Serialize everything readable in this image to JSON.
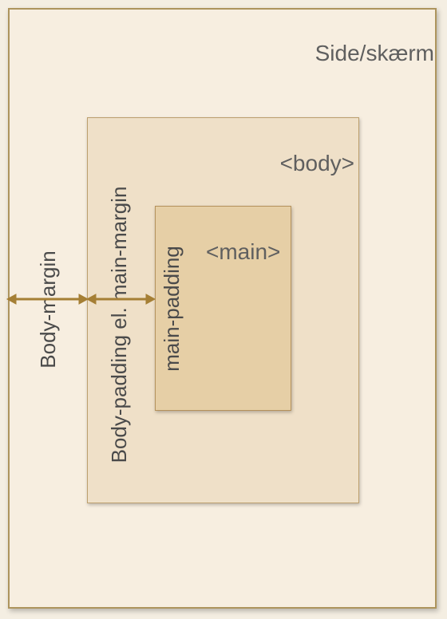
{
  "labels": {
    "screen": "Side/skærm",
    "body": "<body>",
    "main": "<main>",
    "body_margin": "Body-margin",
    "body_padding": "Body-padding el. main-margin",
    "main_padding": "main-padding"
  },
  "colors": {
    "screen_fill": "#f7eee0",
    "screen_border": "#ad945d",
    "body_fill": "#efe0c8",
    "main_fill": "#e6cfa6",
    "arrow": "#a57f35",
    "text": "#5f5f5f"
  }
}
